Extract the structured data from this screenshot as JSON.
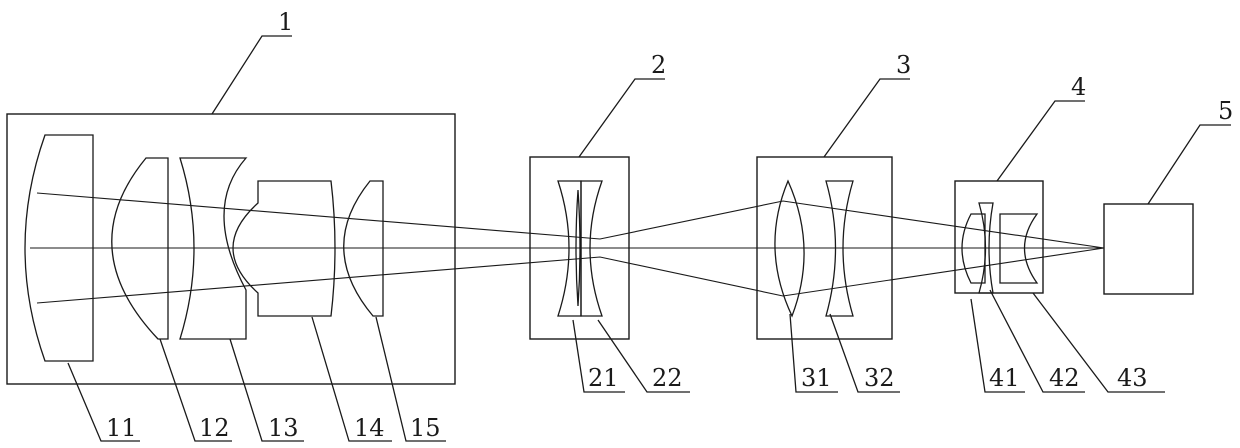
{
  "groups": {
    "g1": "1",
    "g2": "2",
    "g3": "3",
    "g4": "4",
    "g5": "5"
  },
  "elements": {
    "e11": "11",
    "e12": "12",
    "e13": "13",
    "e14": "14",
    "e15": "15",
    "e21": "21",
    "e22": "22",
    "e31": "31",
    "e32": "32",
    "e41": "41",
    "e42": "42",
    "e43": "43"
  }
}
